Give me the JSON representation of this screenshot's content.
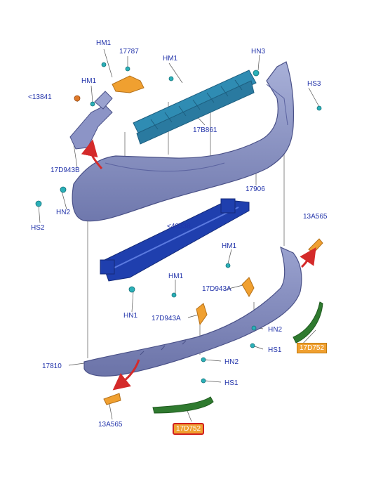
{
  "labels": {
    "hm1_a": "HM1",
    "p17787": "17787",
    "hm1_b": "HM1",
    "hn3": "HN3",
    "hm1_c": "HM1",
    "p13841": "<13841",
    "hs3": "HS3",
    "p17b861": "17B861",
    "p17d943b": "17D943B",
    "p17906": "17906",
    "hn2_a": "HN2",
    "hs2": "HS2",
    "p40338": "<40338",
    "p13a565_a": "13A565",
    "hm1_d": "HM1",
    "hm1_e": "HM1",
    "p17d943a_a": "17D943A",
    "hn1": "HN1",
    "p17d943a_b": "17D943A",
    "hn2_b": "HN2",
    "hs1_a": "HS1",
    "p17d752_a": "17D752",
    "p17810": "17810",
    "hn2_c": "HN2",
    "hs1_b": "HS1",
    "p13a565_b": "13A565",
    "p17d752_b": "17D752"
  },
  "colors": {
    "label": "#2233aa",
    "bumper_cover": "#8a93c4",
    "reinforcement": "#1f3fae",
    "bracket": "#2e7fa6",
    "reflector": "#f0a030",
    "molding": "#2f7a2f",
    "callout_fill": "#f0a030",
    "highlight_border": "#d02020",
    "arrow": "#d42a2a"
  },
  "icons": {
    "fastener": "screw-icon",
    "clip": "clip-icon",
    "direction": "red-arrow-icon"
  }
}
